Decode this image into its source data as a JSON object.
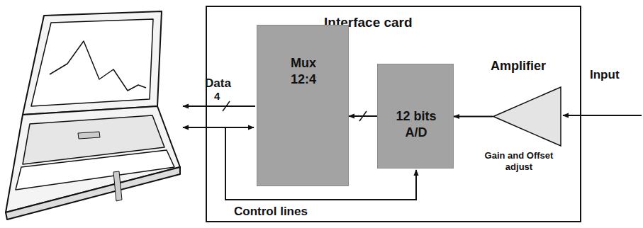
{
  "diagram": {
    "nodes": [
      {
        "text": [
          "Interface card"
        ]
      },
      {
        "text": [
          "Mux 12:4"
        ],
        "in": 0
      },
      {
        "text": [
          "12 bits A/D"
        ],
        "in": 0
      },
      {
        "text": [
          "Amplifier",
          "Gain and Offset adjust"
        ],
        "in": 0
      }
    ],
    "edges": [
      {
        "from": 2,
        "to": 1,
        "arrow": "to"
      },
      {
        "from": 3,
        "to": 2,
        "arrow": "to"
      }
    ],
    "labels": [
      "Data",
      "4",
      "Control lines",
      "Input"
    ]
  }
}
